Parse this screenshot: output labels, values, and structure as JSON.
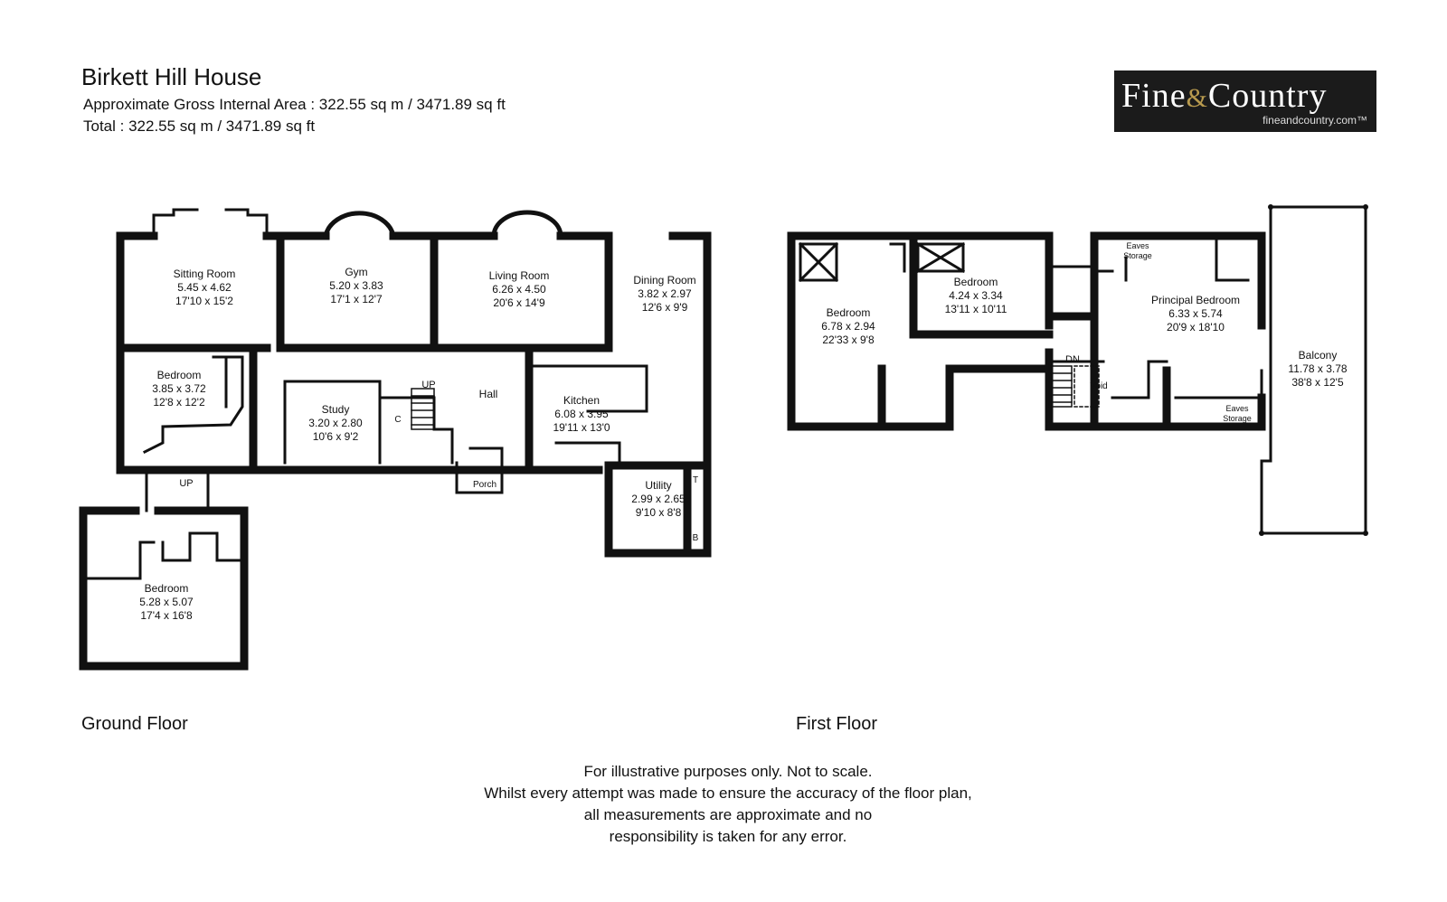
{
  "header": {
    "title": "Birkett Hill House",
    "gross_area": "Approximate Gross Internal Area : 322.55 sq m / 3471.89 sq ft",
    "total": "Total : 322.55 sq m / 3471.89 sq ft"
  },
  "logo": {
    "word1": "Fine",
    "amp": "&",
    "word2": "Country",
    "url": "fineandcountry.com™"
  },
  "floors": {
    "ground_label": "Ground Floor",
    "first_label": "First Floor"
  },
  "rooms": {
    "sitting": {
      "name": "Sitting Room",
      "metric": "5.45 x 4.62",
      "imperial": "17'10 x 15'2"
    },
    "gym": {
      "name": "Gym",
      "metric": "5.20 x 3.83",
      "imperial": "17'1 x 12'7"
    },
    "living": {
      "name": "Living Room",
      "metric": "6.26 x 4.50",
      "imperial": "20'6 x 14'9"
    },
    "dining": {
      "name": "Dining Room",
      "metric": "3.82 x 2.97",
      "imperial": "12'6 x 9'9"
    },
    "bedroom_g1": {
      "name": "Bedroom",
      "metric": "3.85 x 3.72",
      "imperial": "12'8 x 12'2"
    },
    "study": {
      "name": "Study",
      "metric": "3.20 x 2.80",
      "imperial": "10'6 x 9'2"
    },
    "kitchen": {
      "name": "Kitchen",
      "metric": "6.08 x 3.95",
      "imperial": "19'11 x 13'0"
    },
    "utility": {
      "name": "Utility",
      "metric": "2.99 x 2.65",
      "imperial": "9'10 x 8'8"
    },
    "bedroom_g2": {
      "name": "Bedroom",
      "metric": "5.28 x 5.07",
      "imperial": "17'4 x 16'8"
    },
    "bedroom_f1": {
      "name": "Bedroom",
      "metric": "6.78 x 2.94",
      "imperial": "22'33 x 9'8"
    },
    "bedroom_f2": {
      "name": "Bedroom",
      "metric": "4.24 x 3.34",
      "imperial": "13'11 x 10'11"
    },
    "principal": {
      "name": "Principal Bedroom",
      "metric": "6.33 x 5.74",
      "imperial": "20'9 x 18'10"
    },
    "balcony": {
      "name": "Balcony",
      "metric": "11.78 x 3.78",
      "imperial": "38'8 x 12'5"
    }
  },
  "labels": {
    "hall": "Hall",
    "porch": "Porch",
    "up": "UP",
    "up2": "UP",
    "dn": "DN",
    "void": "Void",
    "cupboard": "C",
    "tank": "T",
    "boiler": "B",
    "eaves1a": "Eaves",
    "eaves1b": "Storage",
    "eaves2a": "Eaves",
    "eaves2b": "Storage"
  },
  "disclaimer": {
    "line1": "For illustrative purposes only. Not to scale.",
    "line2": "Whilst every attempt was made to ensure the accuracy of the floor plan,",
    "line3": "all measurements are approximate and no",
    "line4": "responsibility is taken for any error."
  }
}
